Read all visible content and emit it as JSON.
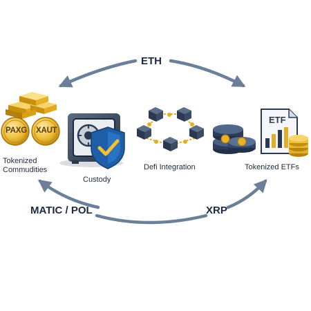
{
  "chains": {
    "top": "ETH",
    "bottom_left": "MATIC / POL",
    "bottom_right": "XRP"
  },
  "sections": {
    "commodities": {
      "label_line1": "Tokenized",
      "label_line2": "Commudities",
      "coin_left": "PAXG",
      "coin_right": "XAUT"
    },
    "custody": {
      "label": "Custody"
    },
    "defi": {
      "label": "Defi Integration"
    },
    "etfs": {
      "label": "Tokenized ETFs",
      "doc_text": "ETF"
    }
  },
  "icons": [
    "gold-bars-icon",
    "vault-safe-icon",
    "shield-check-icon",
    "blockchain-network-icon",
    "coin-stack-icon",
    "etf-document-icon"
  ],
  "colors": {
    "arrow": "#6b7f98",
    "gold": "#e8b62a",
    "navy": "#2b3a52",
    "shield": "#1f5fa8"
  }
}
